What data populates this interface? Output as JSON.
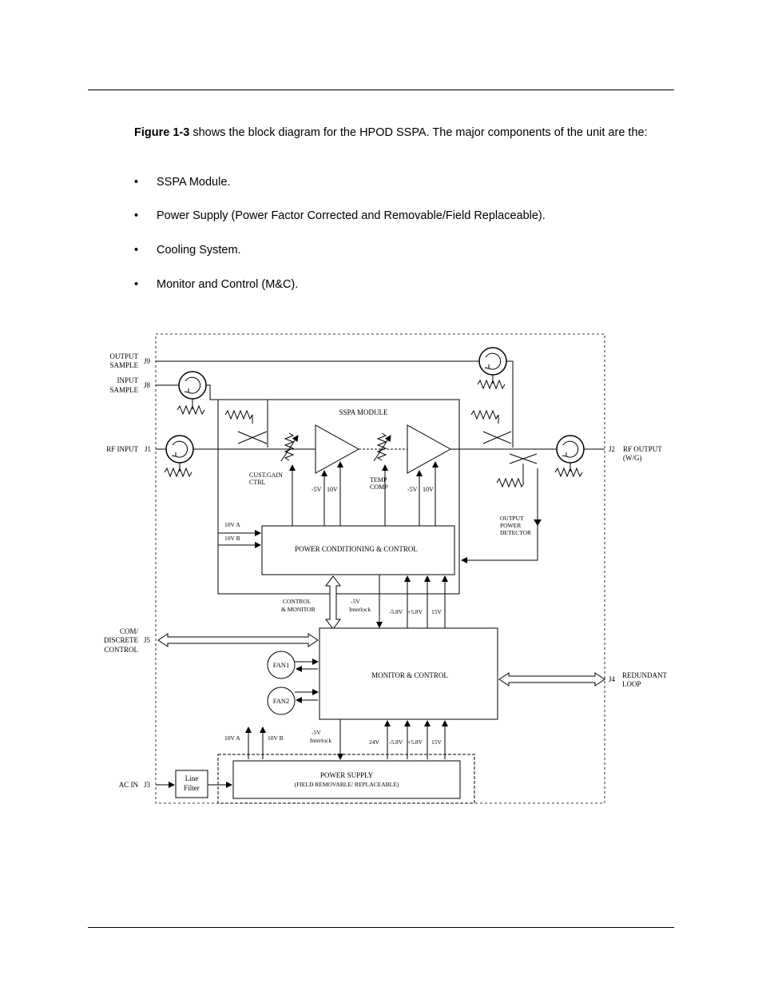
{
  "intro": {
    "figure_ref": "Figure 1-3",
    "text": " shows the block diagram for the HPOD SSPA. The major components of the unit are the:"
  },
  "bullets": [
    "SSPA Module.",
    "Power Supply (Power Factor Corrected and Removable/Field Replaceable).",
    "Cooling System.",
    "Monitor and Control (M&C)."
  ],
  "diagram": {
    "port_output_sample_1": "OUTPUT",
    "port_output_sample_2": "SAMPLE",
    "j9": "J9",
    "port_input_sample_1": "INPUT",
    "port_input_sample_2": "SAMPLE",
    "j8": "J8",
    "rf_input": "RF INPUT",
    "j1": "J1",
    "j2": "J2",
    "rf_output_1": "RF OUTPUT",
    "rf_output_2": "(W/G)",
    "sspa_module": "SSPA MODULE",
    "cust_gain_1": "CUST.GAIN",
    "cust_gain_2": "CTRL",
    "temp_comp_1": "TEMP",
    "temp_comp_2": "COMP",
    "m5v_a": "-5V",
    "v10_a": "10V",
    "m5v_b": "-5V",
    "v10_b": "10V",
    "v10a_top": "10V A",
    "v10b_top": "10V B",
    "power_conditioning": "POWER CONDITIONING  & CONTROL",
    "output_power_det_1": "OUTPUT",
    "output_power_det_2": "POWER",
    "output_power_det_3": "DETECTOR",
    "control_monitor_1": "CONTROL",
    "control_monitor_2": "& MONITOR",
    "interlock_top_1": "-5V",
    "interlock_top_2": "Interlock",
    "m58v_top": "-5.8V",
    "p58v_top": "+5.8V",
    "v15_top": "15V",
    "com_1": "COM/",
    "com_2": "DISCRETE",
    "com_3": "CONTROL",
    "j5": "J5",
    "monitor_control": "MONITOR & CONTROL",
    "fan1": "FAN1",
    "fan2": "FAN2",
    "j4": "J4",
    "redundant_1": "REDUNDANT",
    "redundant_2": "LOOP",
    "v10a_bottom": "10V A",
    "v10b_bottom": "10V B",
    "interlock_bottom_1": "-5V",
    "interlock_bottom_2": "Interlock",
    "v24": "24V",
    "m58v_bottom": "-5.8V",
    "p58v_bottom": "+5.8V",
    "v15_bottom": "15V",
    "ac_in": "AC IN",
    "j3": "J3",
    "line_filter_1": "Line",
    "line_filter_2": "Filter",
    "power_supply_1": "POWER SUPPLY",
    "power_supply_2": "(FIELD REMOVABLE/ REPLACEABLE)"
  }
}
